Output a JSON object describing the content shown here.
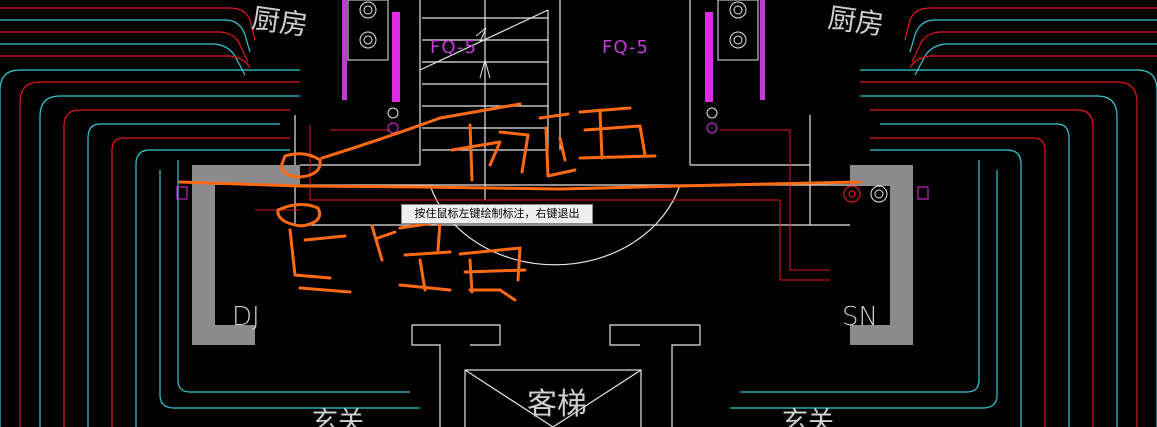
{
  "labels": {
    "kitchen_left": "厨房",
    "kitchen_right": "厨房",
    "fq_left": "FQ-5",
    "fq_right": "FQ-5",
    "dj": "DJ",
    "sn": "SN",
    "elevator": "客梯",
    "bottom_left": "玄关",
    "bottom_right": "玄关"
  },
  "tooltip": {
    "text": "按住鼠标左键绘制标注，右键退出"
  },
  "colors": {
    "background": "#000000",
    "cyan": "#35c9d6",
    "red": "#e01818",
    "white": "#e6e6e6",
    "magenta": "#e22be6",
    "orange_markup": "#ff6a13",
    "gray_fill": "#8c8c8c"
  }
}
